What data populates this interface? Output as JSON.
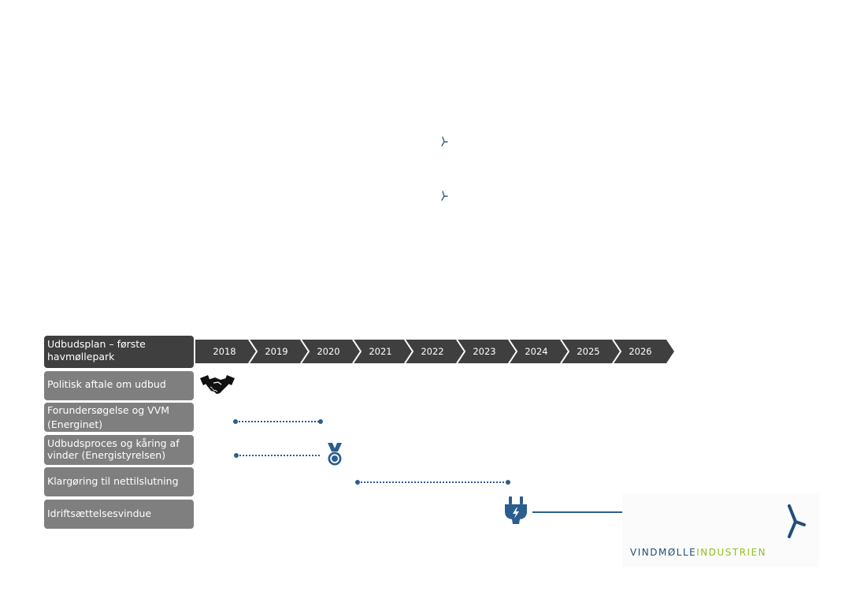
{
  "header": {
    "title": "Udbudsplan – første havmøllepark"
  },
  "years": [
    "2018",
    "2019",
    "2020",
    "2021",
    "2022",
    "2023",
    "2024",
    "2025",
    "2026"
  ],
  "rows": [
    {
      "label": "Politisk aftale om udbud",
      "icon": "handshake-icon"
    },
    {
      "label": "Forundersøgelse og VVM (Energinet)"
    },
    {
      "label": "Udbudsproces og kåring af vinder (Energistyrelsen)",
      "icon": "medal-icon"
    },
    {
      "label": "Klargøring til nettilslutning"
    },
    {
      "label": "Idriftsættelsesvindue",
      "icon": "plug-icon"
    }
  ],
  "logo": {
    "part1": "VINDMØLLE",
    "part2": "INDUSTRIEN",
    "icon": "wind-turbine-icon"
  },
  "colors": {
    "accent": "#2b5d8f",
    "dark": "#3f3f3f",
    "label_bg": "#7f7f7f",
    "logo_blue": "#1f4e79",
    "logo_green": "#92c020"
  }
}
